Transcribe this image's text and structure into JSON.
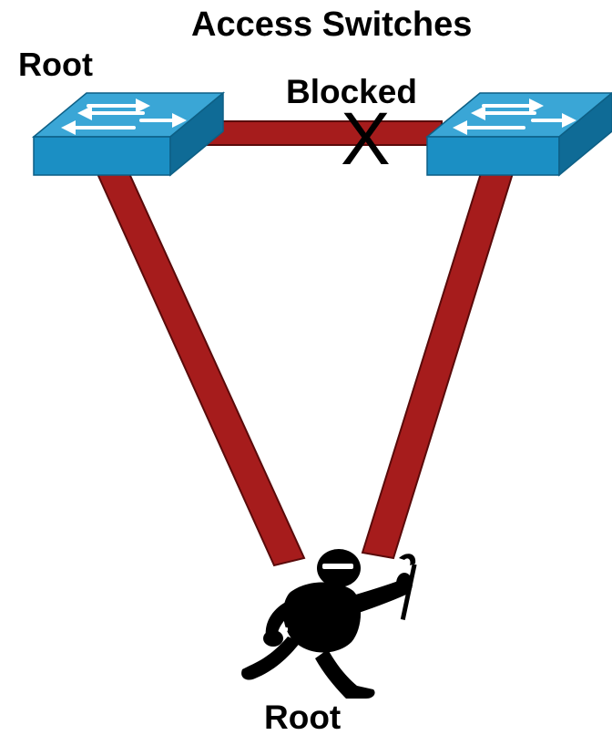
{
  "labels": {
    "title": "Access Switches",
    "root_left": "Root",
    "blocked": "Blocked",
    "blocked_mark": "X",
    "root_bottom": "Root"
  },
  "colors": {
    "link": "#a61c1c",
    "link_edge": "#5a0a0a",
    "switch_top": "#3aa6d6",
    "switch_front": "#1b8fc4",
    "switch_side": "#0f6b96",
    "arrow": "#ffffff",
    "attacker": "#000000"
  },
  "icons": [
    "switch-icon",
    "attacker-icon"
  ]
}
